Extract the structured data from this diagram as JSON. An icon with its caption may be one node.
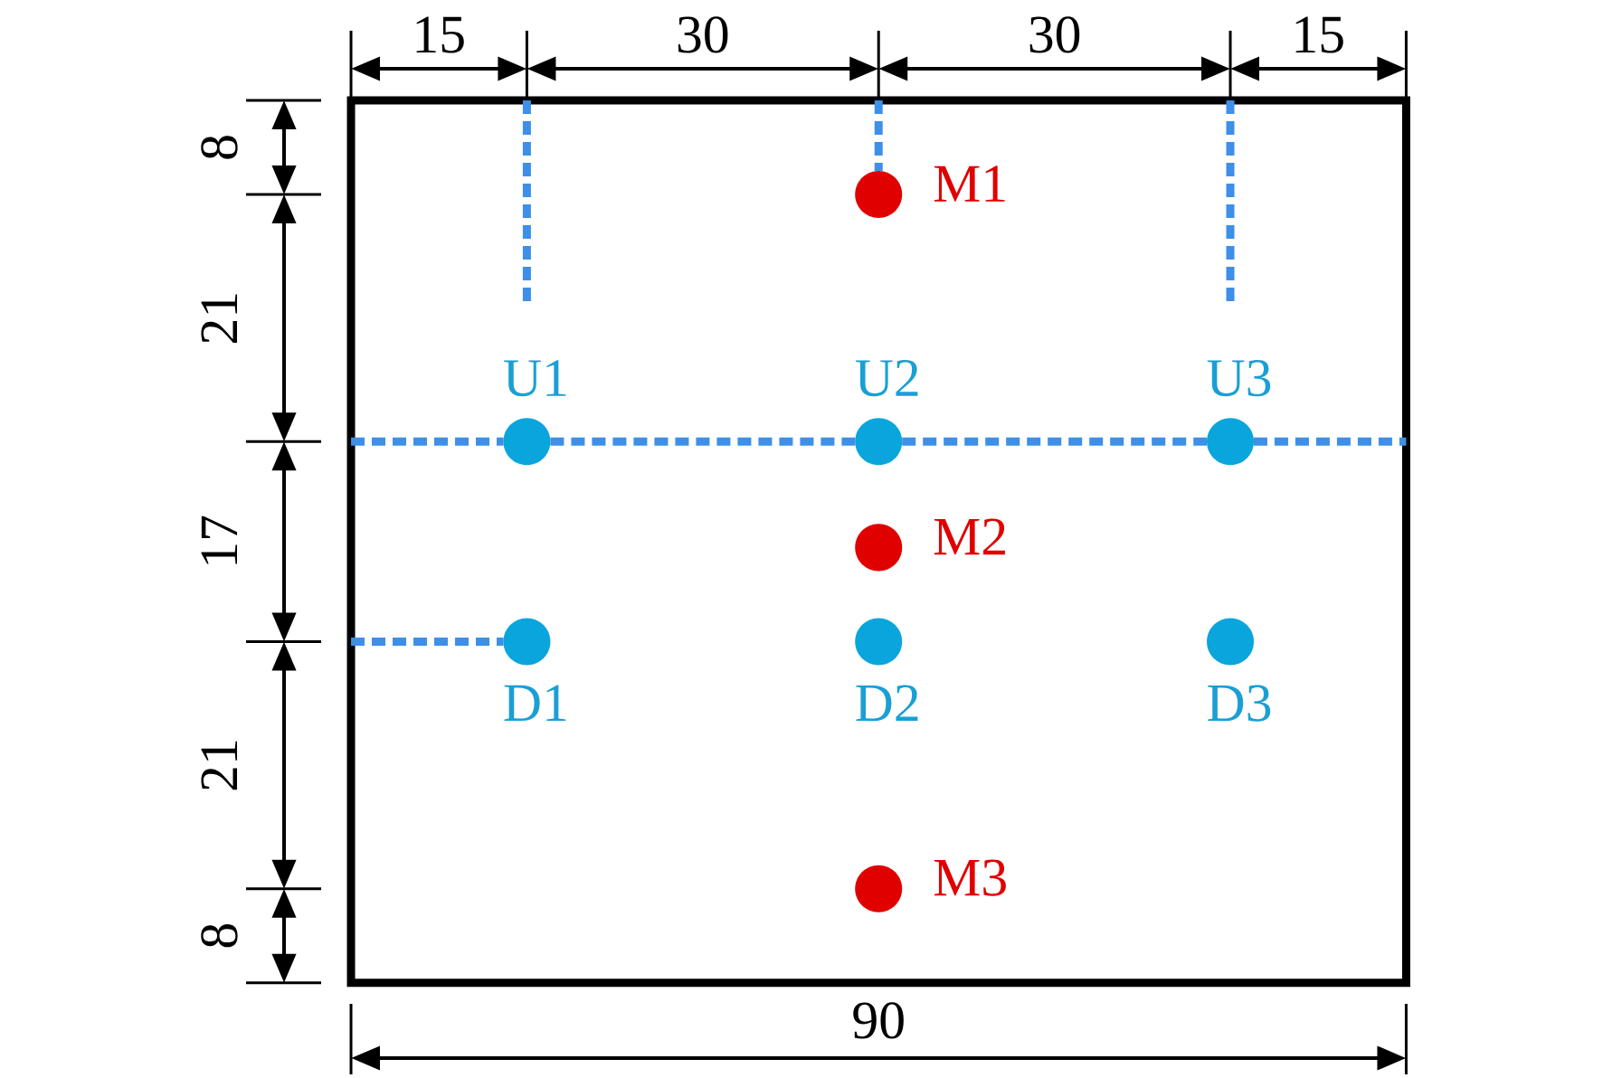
{
  "diagram": {
    "nodes": [
      {
        "text": [],
        "shape": "circle",
        "beside": [
          "M1"
        ]
      },
      {
        "text": [],
        "shape": "circle",
        "beside": [
          "U1"
        ]
      },
      {
        "text": [],
        "shape": "circle",
        "beside": [
          "U2"
        ]
      },
      {
        "text": [],
        "shape": "circle",
        "beside": [
          "U3"
        ]
      },
      {
        "text": [],
        "shape": "circle",
        "beside": [
          "M2"
        ]
      },
      {
        "text": [],
        "shape": "circle",
        "beside": [
          "D1"
        ]
      },
      {
        "text": [],
        "shape": "circle",
        "beside": [
          "D2"
        ]
      },
      {
        "text": [],
        "shape": "circle",
        "beside": [
          "D3"
        ]
      },
      {
        "text": [],
        "shape": "circle",
        "beside": [
          "M3"
        ]
      }
    ],
    "edges": [
      {
        "from": 1,
        "to": 2,
        "arrow": "none",
        "style": "dashed"
      },
      {
        "from": 2,
        "to": 3,
        "arrow": "none",
        "style": "dashed"
      }
    ],
    "labels": [
      "15",
      "30",
      "30",
      "15",
      "8",
      "21",
      "17",
      "21",
      "8",
      "90"
    ]
  }
}
